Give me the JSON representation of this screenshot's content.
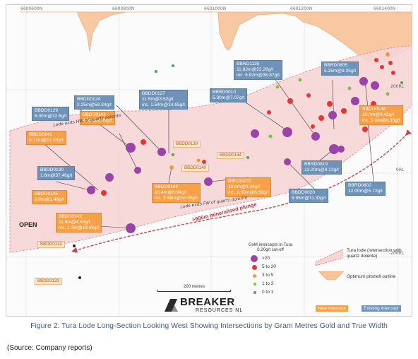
{
  "colors": {
    "lode_fill": "#f7d6d6",
    "pit_fill": "#f8c39a",
    "plunge_arrow": "#c24a4e",
    "new_intercept": "#f6a04a",
    "existing_intercept": "#6f93b8",
    "gxm_gt20": "#9b44a8",
    "gxm_5to20": "#e53535",
    "gxm_3to5": "#f39a3c",
    "gxm_1to3": "#7cc244",
    "gxm_0to1": "#48a84a"
  },
  "axes": {
    "x_ticks": [
      "6600600N",
      "6600800N",
      "6601000N",
      "6601200N",
      "6601400N"
    ],
    "y_ticks": [
      "200RL",
      "0RL",
      "-200RL"
    ]
  },
  "intercepts": [
    {
      "hole": "BBDD0124",
      "lines": [
        "2.25m@59.34g/t"
      ],
      "status": "existing"
    },
    {
      "hole": "BBDD0127",
      "lines": [
        "11.5m@3.52g/t",
        "inc. 1.54m@14.65g/t"
      ],
      "status": "existing"
    },
    {
      "hole": "BBRD1135",
      "lines": [
        "11.82m@22.26g/t",
        "inc. 6.82m@36.87g/t"
      ],
      "status": "existing"
    },
    {
      "hole": "BBRD0805",
      "lines": [
        "5.25m@9.35g/t"
      ],
      "status": "existing"
    },
    {
      "hole": "BBRD0010",
      "lines": [
        "5.30m@7.07g/t"
      ],
      "status": "existing"
    },
    {
      "hole": "BBDD0129",
      "lines": [
        "6.00m@12.6g/t"
      ],
      "status": "existing"
    },
    {
      "hole": "BBDD0142",
      "lines": [
        "4.0m@2.09g/t"
      ],
      "status": "new"
    },
    {
      "hole": "BBDD0141",
      "lines": [
        "0.77m@21.24g/t"
      ],
      "status": "new"
    },
    {
      "hole": "BBDD0146",
      "lines": [
        "10.0m@3.43g/t",
        "inc. 5.0m@6.35g/t"
      ],
      "status": "new"
    },
    {
      "hole": "BBDD0130",
      "lines": [
        "1.6m@37.46g/t"
      ],
      "status": "existing"
    },
    {
      "hole": "BBDD0145",
      "lines": [
        "3.0m@3.43g/t"
      ],
      "status": "new"
    },
    {
      "hole": "BBDD0137",
      "lines": [
        "10.0m@2.34g/t",
        "inc. 3.00m@6.69g/t"
      ],
      "status": "new"
    },
    {
      "hole": "BBDD0144",
      "lines": [
        "10.4m@3.94g/t",
        "inc. 3.58m@10.58g/t"
      ],
      "status": "new"
    },
    {
      "hole": "BBDD0143",
      "lines": [
        "11.9m@4.46g/t",
        "inc. 1.9m@19.08g/t"
      ],
      "status": "new"
    },
    {
      "hole": "BBRD0819",
      "lines": [
        "13.00m@9.12g/t"
      ],
      "status": "existing"
    },
    {
      "hole": "BBDD0020",
      "lines": [
        "5.95m@11.33g/t"
      ],
      "status": "existing"
    },
    {
      "hole": "BBRD0802",
      "lines": [
        "12.00m@5.72g/t"
      ],
      "status": "existing"
    }
  ],
  "minor_labels": [
    "BBDD0139",
    "BBDD0134",
    "BBDD0140",
    "BBDD0132",
    "BBDD0133"
  ],
  "annotations": {
    "lode_hw": "Lode exits HW of quartz dolerite",
    "lode_fw": "Lode exits FW of quartz dolerite",
    "plunge": ">900m mineralised plunge",
    "open": "OPEN"
  },
  "legend": {
    "title": "GxM intercepts in Tura 0.20g/t cut-off",
    "bins": [
      ">20",
      "5 to 20",
      "3 to 5",
      "1 to 3",
      "0 to 1"
    ],
    "lode": "Tura lode (intersection with quartz dolerite)",
    "pit": "Optimum pitshell outline",
    "new": "New intercept",
    "existing": "Existing intercept"
  },
  "scale": "200 metres",
  "logo": {
    "name": "BREAKER",
    "sub": "RESOURCES NL"
  },
  "caption": "Figure 2: Tura Lode Long-Section Looking West Showing Intersections by Gram Metres Gold and True Width",
  "source": "(Source: Company reports)"
}
